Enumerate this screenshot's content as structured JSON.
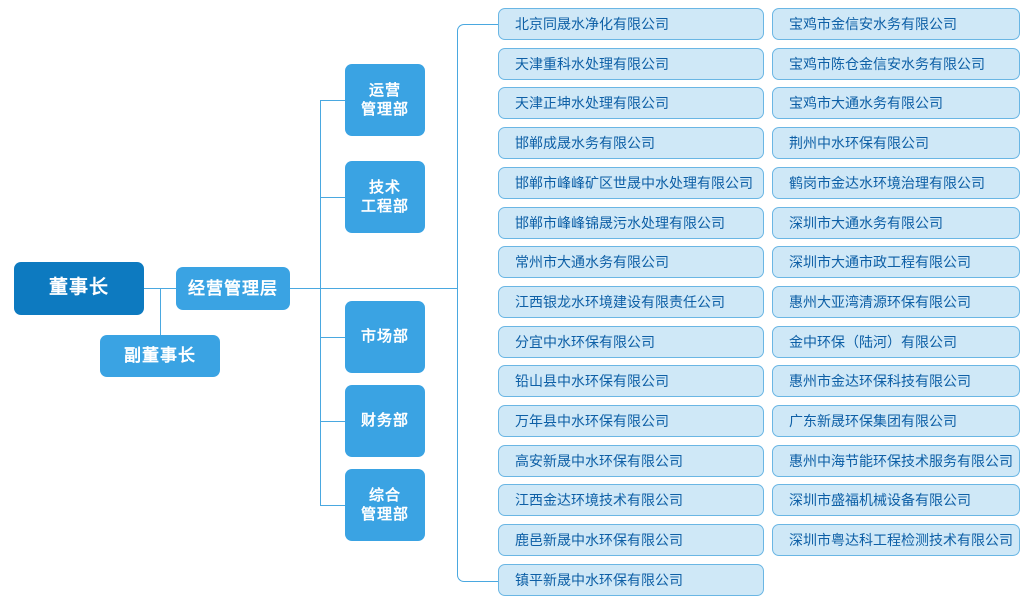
{
  "theme": {
    "chairman_color": "#0d7ac0",
    "node_color": "#3aa3e3",
    "pill_fill": "#cfe8f7",
    "pill_border": "#6ab6e4",
    "pill_text": "#0d5fa6",
    "line_color": "#4aa8e0",
    "background": "#ffffff"
  },
  "executive": {
    "chairman": "董事长",
    "vice_chairman": "副董事长",
    "management": "经营管理层"
  },
  "departments": [
    {
      "label": "运营\n管理部"
    },
    {
      "label": "技术\n工程部"
    },
    {
      "label": "市场部"
    },
    {
      "label": "财务部"
    },
    {
      "label": "综合\n管理部"
    }
  ],
  "subsidiaries": {
    "column1": [
      "北京同晟水净化有限公司",
      "天津重科水处理有限公司",
      "天津正坤水处理有限公司",
      "邯郸成晟水务有限公司",
      "邯郸市峰峰矿区世晟中水处理有限公司",
      "邯郸市峰峰锦晟污水处理有限公司",
      "常州市大通水务有限公司",
      "江西银龙水环境建设有限责任公司",
      "分宜中水环保有限公司",
      "铅山县中水环保有限公司",
      "万年县中水环保有限公司",
      "高安新晟中水环保有限公司",
      "江西金达环境技术有限公司",
      "鹿邑新晟中水环保有限公司",
      "镇平新晟中水环保有限公司"
    ],
    "column2": [
      "宝鸡市金信安水务有限公司",
      "宝鸡市陈仓金信安水务有限公司",
      "宝鸡市大通水务有限公司",
      "荆州中水环保有限公司",
      "鹤岗市金达水环境治理有限公司",
      "深圳市大通水务有限公司",
      "深圳市大通市政工程有限公司",
      "惠州大亚湾清源环保有限公司",
      "金中环保（陆河）有限公司",
      "惠州市金达环保科技有限公司",
      "广东新晟环保集团有限公司",
      "惠州中海节能环保技术服务有限公司",
      "深圳市盛福机械设备有限公司",
      "深圳市粤达科工程检测技术有限公司"
    ]
  }
}
